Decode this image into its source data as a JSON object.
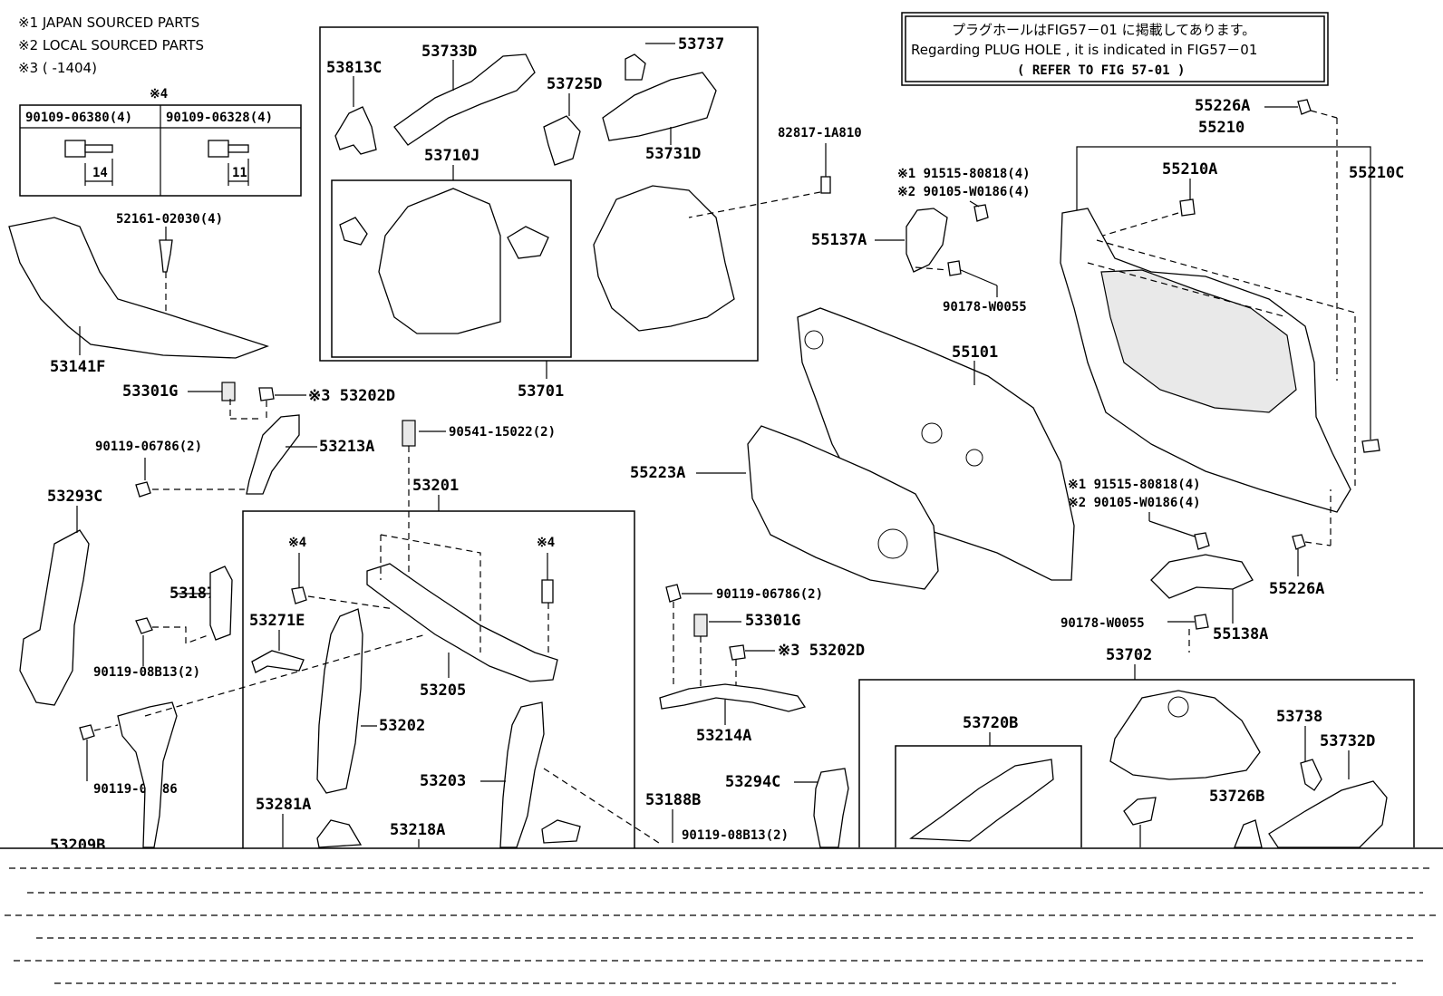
{
  "notes": {
    "n1": "※1 JAPAN SOURCED PARTS",
    "n2": "※2 LOCAL SOURCED PARTS",
    "n3": "※3 (      -1404)"
  },
  "bolt_table": {
    "mark": "※4",
    "col1_part": "90109-06380(4)",
    "col2_part": "90109-06328(4)",
    "col1_dim": "14",
    "col2_dim": "11"
  },
  "reference_box": {
    "line1": "プラグホールはFIG57－01 に掲載してあります。",
    "line2": "Regarding PLUG HOLE , it is indicated in FIG57－01",
    "line3": "( REFER TO FIG 57-01 )"
  },
  "labels": {
    "p53813C": "53813C",
    "p53733D": "53733D",
    "p53737": "53737",
    "p53725D": "53725D",
    "p53731D": "53731D",
    "p53710J": "53710J",
    "p53701": "53701",
    "p82817": "82817-1A810",
    "p52161": "52161-02030(4)",
    "p53141F": "53141F",
    "p53301G_a": "53301G",
    "p53202D_a": "※3 53202D",
    "p53213A": "53213A",
    "p90119_06786_2a": "90119-06786(2)",
    "p90541": "90541-15022(2)",
    "p53293C": "53293C",
    "p53201": "53201",
    "mark4_a": "※4",
    "mark4_b": "※4",
    "p53187A": "53187A",
    "p90119_08B13_2a": "90119-08B13(2)",
    "p53271E": "53271E",
    "p53205": "53205",
    "p53202": "53202",
    "p90119_06786": "90119-06786",
    "p53203": "53203",
    "p53281A": "53281A",
    "p53218A": "53218A",
    "p53209B": "53209B",
    "p91515_a": "※1 91515-80818(4)",
    "p90105_a": "※2 90105-W0186(4)",
    "p55137A": "55137A",
    "p90178_a": "90178-W0055",
    "p55101": "55101",
    "p55223A": "55223A",
    "p55226A_top": "55226A",
    "p55210": "55210",
    "p55210A": "55210A",
    "p55210C": "55210C",
    "p91515_b": "※1 91515-80818(4)",
    "p90105_b": "※2 90105-W0186(4)",
    "p55226A_bot": "55226A",
    "p90178_b": "90178-W0055",
    "p55138A": "55138A",
    "p90119_06786_2b": "90119-06786(2)",
    "p53301G_b": "53301G",
    "p53202D_b": "※3 53202D",
    "p53214A": "53214A",
    "p53294C": "53294C",
    "p53188B": "53188B",
    "p90119_08B13_2b": "90119-08B13(2)",
    "p53702": "53702",
    "p53720B": "53720B",
    "p53738": "53738",
    "p53732D": "53732D",
    "p53726B": "53726B"
  }
}
